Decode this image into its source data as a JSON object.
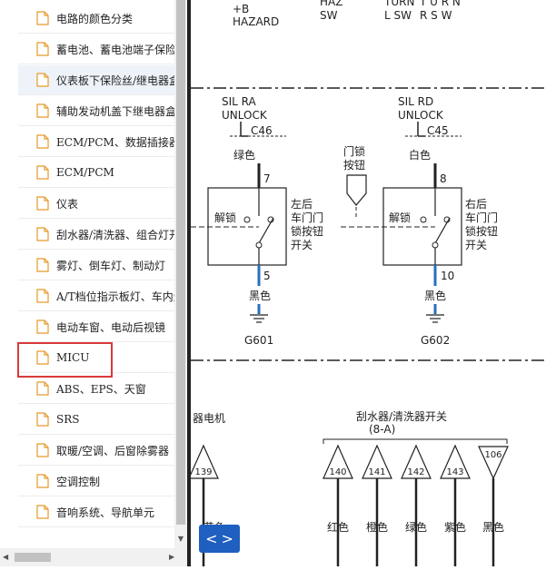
{
  "sidebar": {
    "items": [
      {
        "label": "电路的颜色分类"
      },
      {
        "label": "蓄电池、蓄电池端子保险丝盒"
      },
      {
        "label": "仪表板下保险丝/继电器盒"
      },
      {
        "label": "辅助发动机盖下继电器盒"
      },
      {
        "label": "ECM/PCM、数据插接器"
      },
      {
        "label": "ECM/PCM"
      },
      {
        "label": "仪表"
      },
      {
        "label": "刮水器/清洗器、组合灯开关"
      },
      {
        "label": "雾灯、倒车灯、制动灯"
      },
      {
        "label": "A/T档位指示板灯、车内灯"
      },
      {
        "label": "电动车窗、电动后视镜"
      },
      {
        "label": "MICU"
      },
      {
        "label": "ABS、EPS、天窗"
      },
      {
        "label": "SRS"
      },
      {
        "label": "取暖/空调、后窗除雾器"
      },
      {
        "label": "空调控制"
      },
      {
        "label": "音响系统、导航单元"
      }
    ]
  },
  "diagram": {
    "top": {
      "b_hazard_1": "+B",
      "b_hazard_2": "HAZARD",
      "haz_1": "HAZ",
      "haz_2": "SW",
      "turn_l_1": "TURN",
      "turn_l_2": "L SW",
      "turn_r_1": "T U R N",
      "turn_r_2": "R S W"
    },
    "left": {
      "title_1": "SIL RA",
      "title_2": "UNLOCK",
      "connector": "C46",
      "wire_top_color": "绿色",
      "pin_top": "7",
      "unlock": "解锁",
      "switch_1": "左后",
      "switch_2": "车门门",
      "switch_3": "锁按钮",
      "switch_4": "开关",
      "pin_bottom": "5",
      "wire_bottom_color": "黑色",
      "ground": "G601"
    },
    "middle": {
      "label_1": "门锁",
      "label_2": "按钮"
    },
    "right": {
      "title_1": "SIL RD",
      "title_2": "UNLOCK",
      "connector": "C45",
      "wire_top_color": "白色",
      "pin_top": "8",
      "unlock": "解锁",
      "switch_1": "右后",
      "switch_2": "车门门",
      "switch_3": "锁按钮",
      "switch_4": "开关",
      "pin_bottom": "10",
      "wire_bottom_color": "黑色",
      "ground": "G602"
    },
    "bottom": {
      "left_label": "器电机",
      "wiper_title": "刮水器/清洗器开关",
      "wiper_ref": "(8-A)",
      "markers": [
        "139",
        "140",
        "141",
        "142",
        "143",
        "106"
      ],
      "wire_colors": [
        "黄色",
        "红色",
        "橙色",
        "绿色",
        "紫色",
        "黑色"
      ]
    }
  },
  "nav": {
    "prev": "<",
    "next": ">"
  },
  "colors": {
    "accent": "#1f5fbf",
    "highlight": "#d93a3a",
    "wire_blue": "#2a6fbd"
  }
}
